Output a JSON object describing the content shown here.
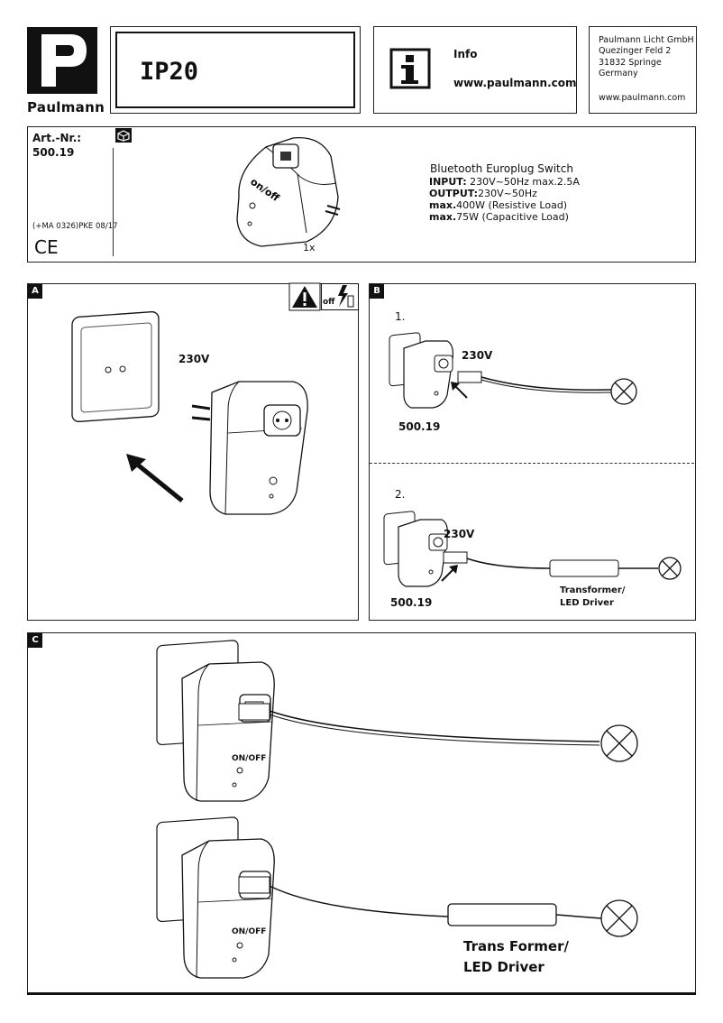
{
  "header": {
    "brand": "Paulmann",
    "ip_rating": "IP20",
    "info_label": "Info",
    "info_url": "www.paulmann.com",
    "address_lines": [
      "Paulmann Licht GmbH",
      "Quezinger Feld 2",
      "31832 Springe",
      "Germany"
    ],
    "address_url": "www.paulmann.com"
  },
  "product": {
    "art_label": "Art.-Nr.:",
    "art_number": "500.19",
    "pke": "(+MA 0326)PKE 08/17",
    "ce_mark": "CE",
    "device_label": "on/off",
    "quantity": "1x",
    "title": "Bluetooth Europlug  Switch",
    "specs": [
      {
        "key": "INPUT:",
        "value": "  230V~50Hz max.2.5A"
      },
      {
        "key": "OUTPUT:",
        "value": "230V~50Hz"
      },
      {
        "key": "max.",
        "value": "400W  (Resistive Load)"
      },
      {
        "key": "max.",
        "value": "75W  (Capacitive Load)"
      }
    ]
  },
  "section_a": {
    "tag": "A",
    "voltage": "230V",
    "warning_off": "off"
  },
  "section_b": {
    "tag": "B",
    "step1": "1.",
    "step2": "2.",
    "voltage1": "230V",
    "voltage2": "230V",
    "product1": "500.19",
    "product2": "500.19",
    "transformer": "Transformer/",
    "driver": "LED Driver"
  },
  "section_c": {
    "tag": "C",
    "onoff1": "ON/OFF",
    "onoff2": "ON/OFF",
    "transformer": "Trans Former/",
    "driver": "LED Driver"
  }
}
